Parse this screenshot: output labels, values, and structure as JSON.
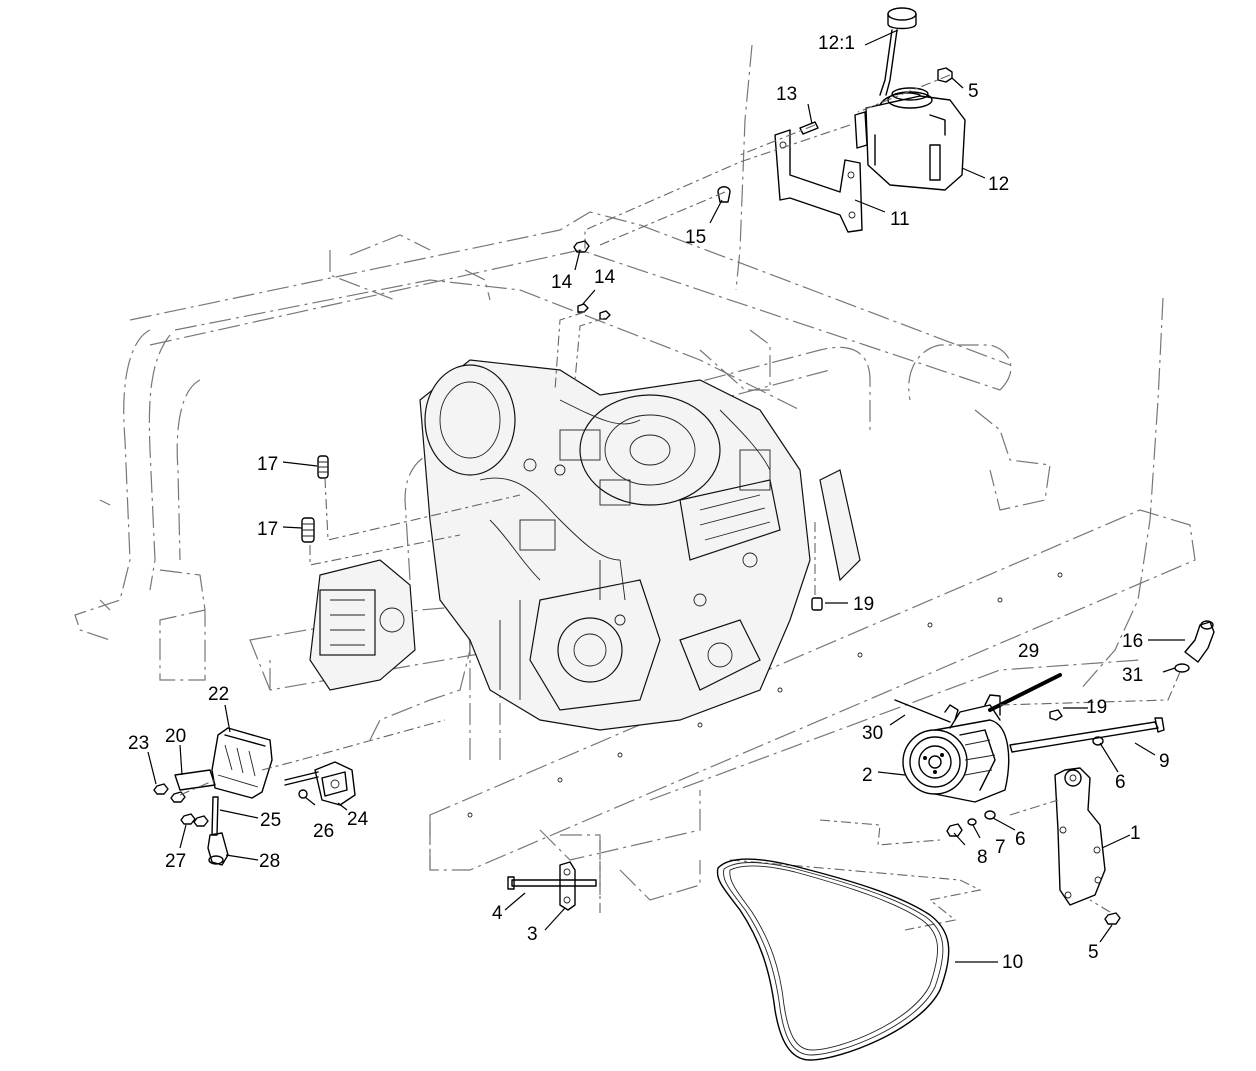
{
  "callouts": [
    {
      "id": "c1",
      "text": "12:1"
    },
    {
      "id": "c2",
      "text": "5"
    },
    {
      "id": "c3",
      "text": "13"
    },
    {
      "id": "c4",
      "text": "12"
    },
    {
      "id": "c5",
      "text": "15"
    },
    {
      "id": "c6",
      "text": "11"
    },
    {
      "id": "c7",
      "text": "14"
    },
    {
      "id": "c8",
      "text": "14"
    },
    {
      "id": "c9",
      "text": "17"
    },
    {
      "id": "c10",
      "text": "17"
    },
    {
      "id": "c11",
      "text": "19"
    },
    {
      "id": "c12",
      "text": "16"
    },
    {
      "id": "c13",
      "text": "29"
    },
    {
      "id": "c14",
      "text": "31"
    },
    {
      "id": "c15",
      "text": "19"
    },
    {
      "id": "c16",
      "text": "30"
    },
    {
      "id": "c17",
      "text": "9"
    },
    {
      "id": "c18",
      "text": "2"
    },
    {
      "id": "c19",
      "text": "6"
    },
    {
      "id": "c20",
      "text": "6"
    },
    {
      "id": "c21",
      "text": "7"
    },
    {
      "id": "c22",
      "text": "8"
    },
    {
      "id": "c23",
      "text": "1"
    },
    {
      "id": "c24",
      "text": "22"
    },
    {
      "id": "c25",
      "text": "23"
    },
    {
      "id": "c26",
      "text": "20"
    },
    {
      "id": "c27",
      "text": "25"
    },
    {
      "id": "c28",
      "text": "26"
    },
    {
      "id": "c29",
      "text": "24"
    },
    {
      "id": "c30",
      "text": "27"
    },
    {
      "id": "c31",
      "text": "28"
    },
    {
      "id": "c32",
      "text": "4"
    },
    {
      "id": "c33",
      "text": "3"
    },
    {
      "id": "c34",
      "text": "10"
    },
    {
      "id": "c35",
      "text": "5"
    }
  ]
}
